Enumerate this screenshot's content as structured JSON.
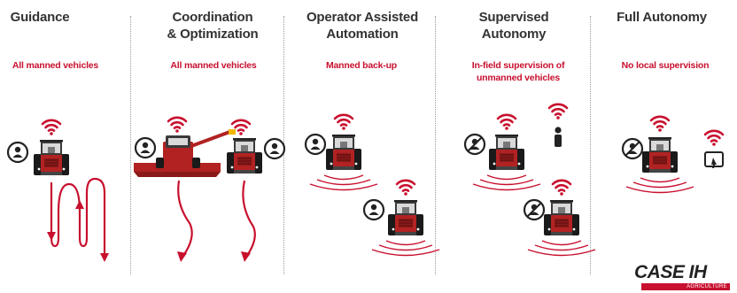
{
  "stages": [
    {
      "title": "Guidance",
      "subtitle": "All manned vehicles"
    },
    {
      "title": "Coordination\n& Optimization",
      "subtitle": "All manned vehicles"
    },
    {
      "title": "Operator Assisted\nAutomation",
      "subtitle": "Manned back-up"
    },
    {
      "title": "Supervised\nAutonomy",
      "subtitle": "In-field supervision of\nunmanned vehicles"
    },
    {
      "title": "Full Autonomy",
      "subtitle": "No local supervision"
    }
  ],
  "logo": {
    "text": "CASE IH",
    "tagline": "AGRICULTURE"
  },
  "colors": {
    "accent": "#c8102e",
    "heading": "#333333",
    "tractor_body": "#b22222",
    "cab": "#3a3a3a",
    "divider": "#9a9a9a",
    "operator_icon": "#222222"
  },
  "icons": [
    "wifi-icon",
    "operator-icon",
    "operator-crossed-icon",
    "person-icon",
    "tablet-icon",
    "tractor-icon",
    "combine-harvester-icon",
    "path-arrow-icon"
  ]
}
